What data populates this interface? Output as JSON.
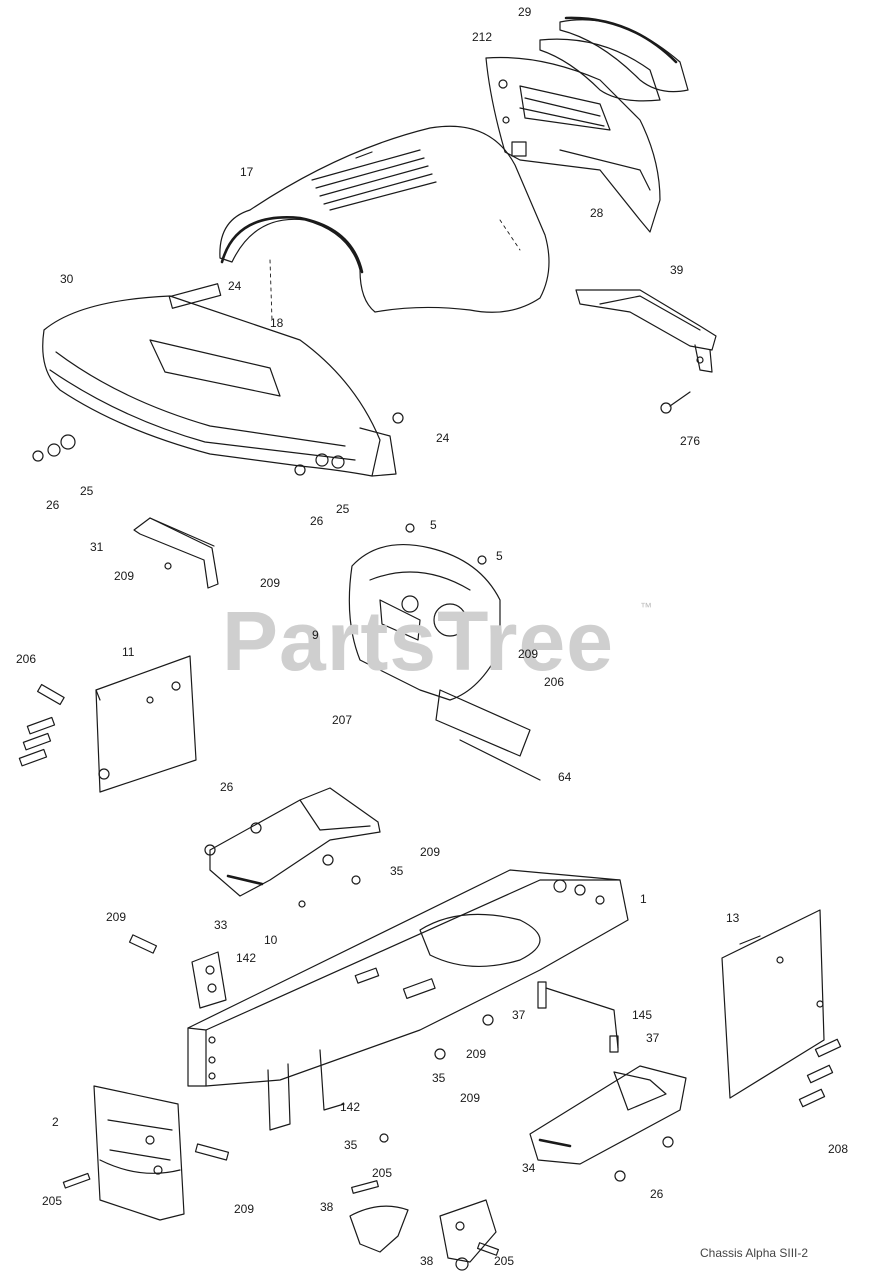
{
  "diagram": {
    "watermark": "PartsTree",
    "trademark": "™",
    "caption": "Chassis Alpha SIII-2",
    "callouts": [
      {
        "id": "c29",
        "text": "29"
      },
      {
        "id": "c212",
        "text": "212"
      },
      {
        "id": "c17",
        "text": "17"
      },
      {
        "id": "c28",
        "text": "28"
      },
      {
        "id": "c30",
        "text": "30"
      },
      {
        "id": "c24a",
        "text": "24"
      },
      {
        "id": "c18",
        "text": "18"
      },
      {
        "id": "c39",
        "text": "39"
      },
      {
        "id": "c24b",
        "text": "24"
      },
      {
        "id": "c26a",
        "text": "26"
      },
      {
        "id": "c25a",
        "text": "25"
      },
      {
        "id": "c26b",
        "text": "26"
      },
      {
        "id": "c25b",
        "text": "25"
      },
      {
        "id": "c276",
        "text": "276"
      },
      {
        "id": "c5a",
        "text": "5"
      },
      {
        "id": "c5b",
        "text": "5"
      },
      {
        "id": "c31",
        "text": "31"
      },
      {
        "id": "c209a",
        "text": "209"
      },
      {
        "id": "c209b",
        "text": "209"
      },
      {
        "id": "c9",
        "text": "9"
      },
      {
        "id": "c206a",
        "text": "206"
      },
      {
        "id": "c11",
        "text": "11"
      },
      {
        "id": "c209c",
        "text": "209"
      },
      {
        "id": "c206b",
        "text": "206"
      },
      {
        "id": "c207",
        "text": "207"
      },
      {
        "id": "c64",
        "text": "64"
      },
      {
        "id": "c26c",
        "text": "26"
      },
      {
        "id": "c209d",
        "text": "209"
      },
      {
        "id": "c35a",
        "text": "35"
      },
      {
        "id": "c33",
        "text": "33"
      },
      {
        "id": "c1",
        "text": "1"
      },
      {
        "id": "c13",
        "text": "13"
      },
      {
        "id": "c10",
        "text": "10"
      },
      {
        "id": "c209e",
        "text": "209"
      },
      {
        "id": "c142a",
        "text": "142"
      },
      {
        "id": "c37a",
        "text": "37"
      },
      {
        "id": "c145",
        "text": "145"
      },
      {
        "id": "c37b",
        "text": "37"
      },
      {
        "id": "c209f",
        "text": "209"
      },
      {
        "id": "c35b",
        "text": "35"
      },
      {
        "id": "c209g",
        "text": "209"
      },
      {
        "id": "c142b",
        "text": "142"
      },
      {
        "id": "c2",
        "text": "2"
      },
      {
        "id": "c208",
        "text": "208"
      },
      {
        "id": "c35c",
        "text": "35"
      },
      {
        "id": "c34",
        "text": "34"
      },
      {
        "id": "c26d",
        "text": "26"
      },
      {
        "id": "c205a",
        "text": "205"
      },
      {
        "id": "c205b",
        "text": "205"
      },
      {
        "id": "c209h",
        "text": "209"
      },
      {
        "id": "c38a",
        "text": "38"
      },
      {
        "id": "c38b",
        "text": "38"
      },
      {
        "id": "c205c",
        "text": "205"
      }
    ]
  }
}
